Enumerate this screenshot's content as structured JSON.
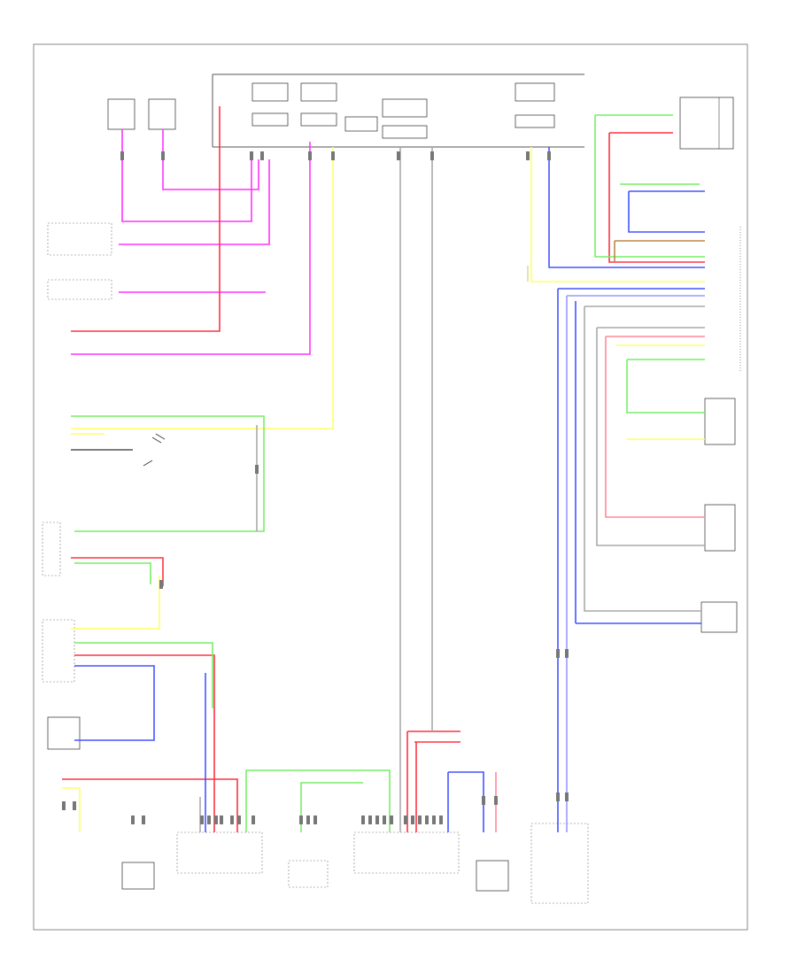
{
  "diagram": {
    "footer_code": "",
    "colors": {
      "magenta": "#ff33ff",
      "pink": "#ff8899",
      "red": "#ff3344",
      "yellow": "#ffff66",
      "green": "#77ee66",
      "blue": "#4455ff",
      "grey": "#aaaaaa",
      "lightblue": "#9999ff",
      "brown": "#bb8844",
      "khaki": "#dddd99",
      "black": "#555555"
    },
    "components": [
      {
        "id": "top-sensor-1",
        "label": ""
      },
      {
        "id": "top-sensor-2",
        "label": ""
      },
      {
        "id": "fuse-box-1",
        "label": ""
      },
      {
        "id": "fuse-box-2",
        "label": ""
      },
      {
        "id": "fuse-box-3",
        "label": ""
      },
      {
        "id": "fuse-box-4",
        "label": ""
      },
      {
        "id": "fuse-box-5",
        "label": ""
      },
      {
        "id": "left-module-1",
        "label": ""
      },
      {
        "id": "left-module-2",
        "label": ""
      },
      {
        "id": "right-module-top",
        "label": ""
      },
      {
        "id": "right-connector-1",
        "label": ""
      },
      {
        "id": "right-connector-2",
        "label": ""
      },
      {
        "id": "right-connector-3",
        "label": ""
      },
      {
        "id": "bottom-ecu-1",
        "label": ""
      },
      {
        "id": "bottom-ecu-2",
        "label": ""
      },
      {
        "id": "bottom-ecu-3",
        "label": ""
      },
      {
        "id": "bottom-ecu-4",
        "label": ""
      },
      {
        "id": "bottom-ecu-5",
        "label": ""
      },
      {
        "id": "bottom-ecu-6",
        "label": ""
      }
    ]
  }
}
